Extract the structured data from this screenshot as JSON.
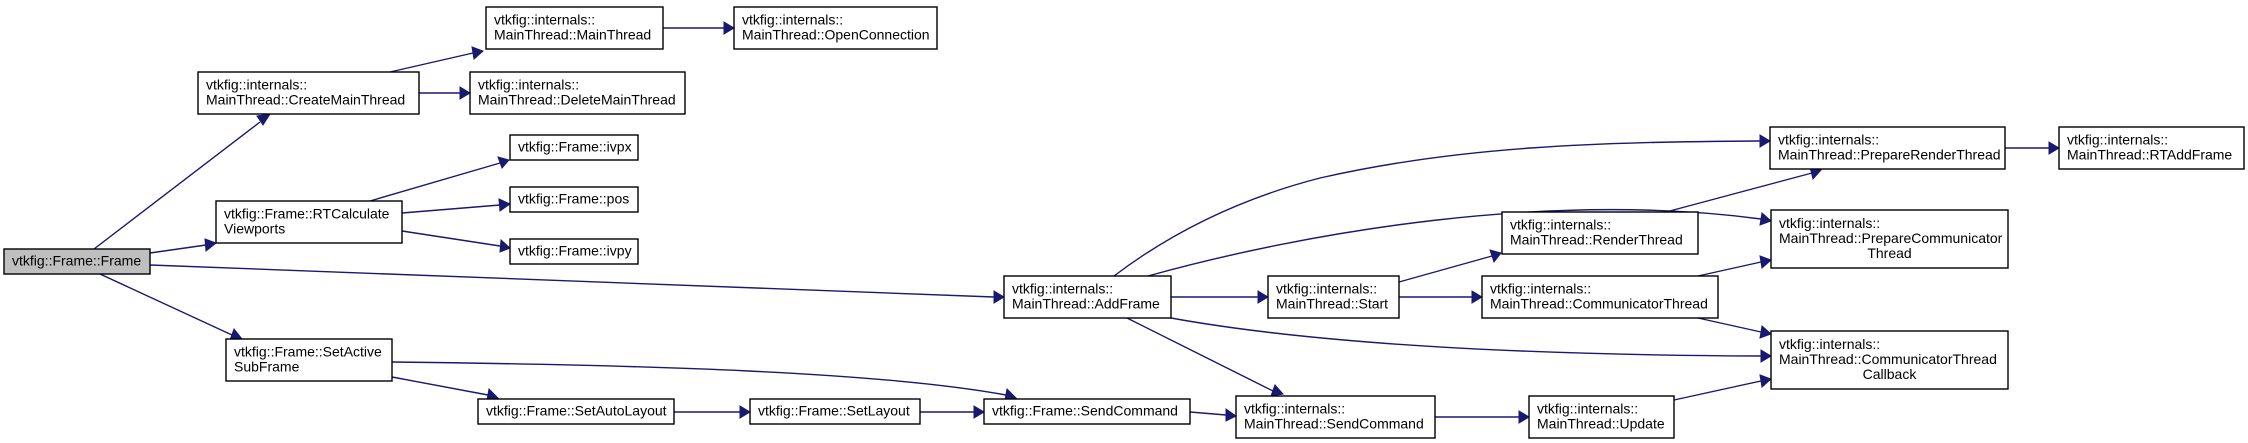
{
  "nodes": [
    {
      "id": "frame",
      "lines": [
        "vtkfig::Frame::Frame"
      ],
      "root": true
    },
    {
      "id": "create_main",
      "lines": [
        "vtkfig::internals::",
        "MainThread::CreateMainThread"
      ]
    },
    {
      "id": "main_thread",
      "lines": [
        "vtkfig::internals::",
        "MainThread::MainThread"
      ]
    },
    {
      "id": "open_conn",
      "lines": [
        "vtkfig::internals::",
        "MainThread::OpenConnection"
      ]
    },
    {
      "id": "delete_main",
      "lines": [
        "vtkfig::internals::",
        "MainThread::DeleteMainThread"
      ]
    },
    {
      "id": "rt_calc",
      "lines": [
        "vtkfig::Frame::RTCalculate",
        "Viewports"
      ]
    },
    {
      "id": "ivpx",
      "lines": [
        "vtkfig::Frame::ivpx"
      ]
    },
    {
      "id": "pos",
      "lines": [
        "vtkfig::Frame::pos"
      ]
    },
    {
      "id": "ivpy",
      "lines": [
        "vtkfig::Frame::ivpy"
      ]
    },
    {
      "id": "set_active",
      "lines": [
        "vtkfig::Frame::SetActive",
        "SubFrame"
      ]
    },
    {
      "id": "set_auto",
      "lines": [
        "vtkfig::Frame::SetAutoLayout"
      ]
    },
    {
      "id": "set_layout",
      "lines": [
        "vtkfig::Frame::SetLayout"
      ]
    },
    {
      "id": "send_cmd",
      "lines": [
        "vtkfig::Frame::SendCommand"
      ]
    },
    {
      "id": "add_frame",
      "lines": [
        "vtkfig::internals::",
        "MainThread::AddFrame"
      ]
    },
    {
      "id": "start",
      "lines": [
        "vtkfig::internals::",
        "MainThread::Start"
      ]
    },
    {
      "id": "render_thread",
      "lines": [
        "vtkfig::internals::",
        "MainThread::RenderThread"
      ]
    },
    {
      "id": "comm_thread",
      "lines": [
        "vtkfig::internals::",
        "MainThread::CommunicatorThread"
      ]
    },
    {
      "id": "mt_send_cmd",
      "lines": [
        "vtkfig::internals::",
        "MainThread::SendCommand"
      ]
    },
    {
      "id": "update",
      "lines": [
        "vtkfig::internals::",
        "MainThread::Update"
      ]
    },
    {
      "id": "prep_render",
      "lines": [
        "vtkfig::internals::",
        "MainThread::PrepareRenderThread"
      ]
    },
    {
      "id": "rt_add",
      "lines": [
        "vtkfig::internals::",
        "MainThread::RTAddFrame"
      ]
    },
    {
      "id": "prep_comm",
      "lines": [
        "vtkfig::internals::",
        "MainThread::PrepareCommunicator",
        "Thread"
      ]
    },
    {
      "id": "comm_cb",
      "lines": [
        "vtkfig::internals::",
        "MainThread::CommunicatorThread",
        "Callback"
      ]
    }
  ],
  "edges": [
    {
      "from": "frame",
      "to": "create_main"
    },
    {
      "from": "frame",
      "to": "rt_calc"
    },
    {
      "from": "frame",
      "to": "add_frame"
    },
    {
      "from": "frame",
      "to": "set_active"
    },
    {
      "from": "create_main",
      "to": "main_thread"
    },
    {
      "from": "create_main",
      "to": "delete_main"
    },
    {
      "from": "main_thread",
      "to": "open_conn"
    },
    {
      "from": "rt_calc",
      "to": "ivpx"
    },
    {
      "from": "rt_calc",
      "to": "pos"
    },
    {
      "from": "rt_calc",
      "to": "ivpy"
    },
    {
      "from": "set_active",
      "to": "send_cmd"
    },
    {
      "from": "set_active",
      "to": "set_auto"
    },
    {
      "from": "set_auto",
      "to": "set_layout"
    },
    {
      "from": "set_layout",
      "to": "send_cmd"
    },
    {
      "from": "send_cmd",
      "to": "mt_send_cmd"
    },
    {
      "from": "add_frame",
      "to": "prep_render"
    },
    {
      "from": "add_frame",
      "to": "prep_comm"
    },
    {
      "from": "add_frame",
      "to": "start"
    },
    {
      "from": "add_frame",
      "to": "comm_cb"
    },
    {
      "from": "add_frame",
      "to": "mt_send_cmd"
    },
    {
      "from": "start",
      "to": "render_thread"
    },
    {
      "from": "start",
      "to": "comm_thread"
    },
    {
      "from": "render_thread",
      "to": "prep_render"
    },
    {
      "from": "comm_thread",
      "to": "prep_comm"
    },
    {
      "from": "comm_thread",
      "to": "comm_cb"
    },
    {
      "from": "mt_send_cmd",
      "to": "update"
    },
    {
      "from": "update",
      "to": "comm_cb"
    },
    {
      "from": "prep_render",
      "to": "rt_add"
    }
  ],
  "colors": {
    "edge": "#191970",
    "node_border": "#000000",
    "node_fill": "#ffffff",
    "root_fill": "#bfbfbf"
  }
}
